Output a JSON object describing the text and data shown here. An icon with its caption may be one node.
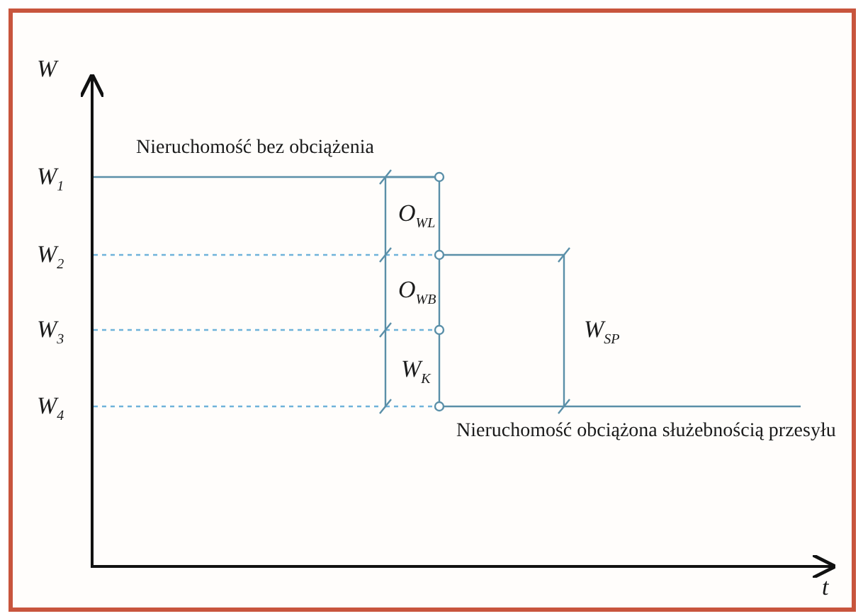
{
  "diagram": {
    "labels": [
      "W",
      "Nieruchomość bez obciążenia",
      "W$_{1}$",
      "O$_{WL}$",
      "W$_{2}$",
      "O$_{WB}$",
      "W$_{3}$",
      "W$_{SP}$",
      "W$_{K}$",
      "W$_{4}$",
      "Nieruchomość obciążona służebnością przesyłu",
      "t"
    ]
  }
}
